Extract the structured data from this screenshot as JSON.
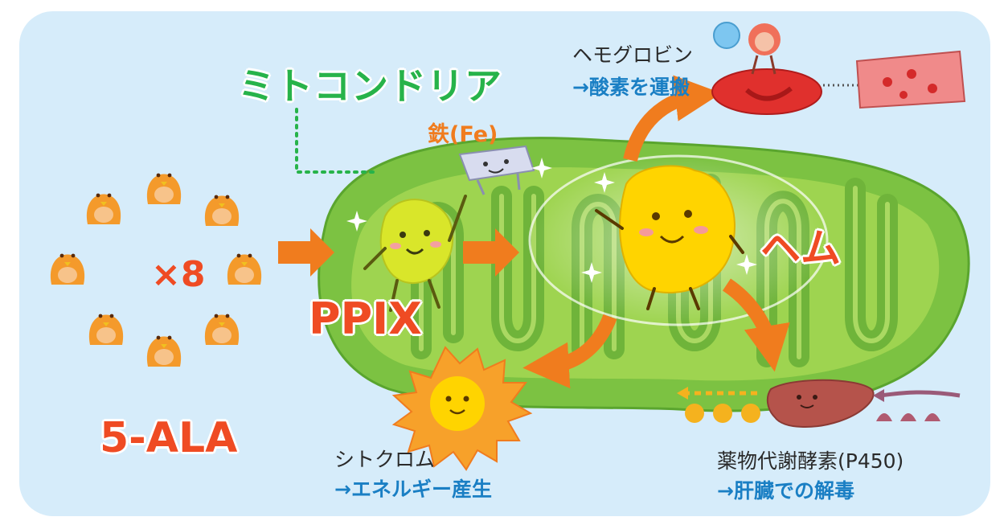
{
  "labels": {
    "mitochondria": "ミトコンドリア",
    "iron": "鉄(Fe)",
    "hemoglobin": "ヘモグロビン",
    "hemoglobin_role": "→酸素を運搬",
    "times_eight": "×8",
    "ppix": "PPIX",
    "heme": "ヘム",
    "ala": "5-ALA",
    "cytochrome": "シトクロム",
    "cytochrome_role": "→エネルギー産生",
    "p450": "薬物代謝酵素(P450)",
    "p450_role": "→肝臓での解毒"
  },
  "colors": {
    "background_panel": "#d6ecfa",
    "mitochondria_outer": "#7cc242",
    "mitochondria_inner": "#9ed450",
    "arrow_orange": "#f07c1e",
    "character_orange": "#f49a2b",
    "ppix_character": "#d9e62a",
    "heme_character": "#ffd400",
    "title_red": "#ef4b23",
    "label_green": "#27b34a",
    "label_blue": "#1a7fc4",
    "red_blood_cell": "#e0302d",
    "liver": "#b5534b"
  },
  "icons": {
    "ala_molecules": "ala-character-icon",
    "ppix": "ppix-character-icon",
    "heme": "heme-character-icon",
    "iron": "iron-character-icon",
    "rbc": "red-blood-cell-icon",
    "vessel": "blood-vessel-icon",
    "cytochrome": "cytochrome-character-icon",
    "liver": "liver-icon"
  }
}
